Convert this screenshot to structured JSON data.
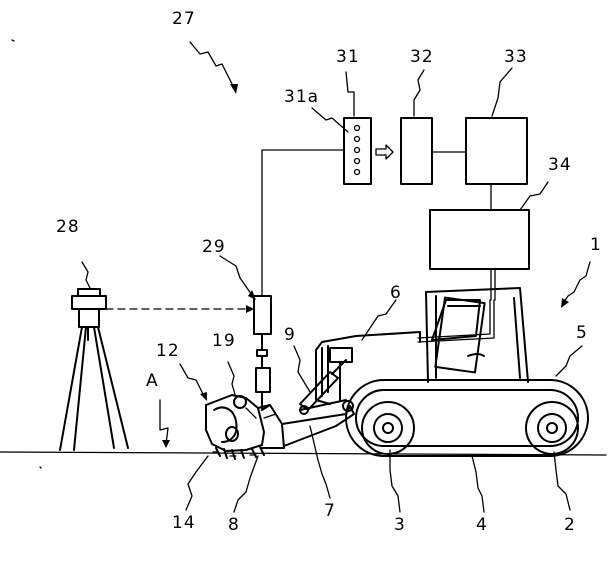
{
  "labels": {
    "n27": "27",
    "n31": "31",
    "n32": "32",
    "n33": "33",
    "n31a": "31a",
    "n34": "34",
    "n28": "28",
    "n29": "29",
    "n1": "1",
    "n6": "6",
    "n5": "5",
    "n12": "12",
    "n19": "19",
    "n9": "9",
    "nA": "A",
    "n14": "14",
    "n8": "8",
    "n7": "7",
    "n3": "3",
    "n4": "4",
    "n2": "2"
  }
}
